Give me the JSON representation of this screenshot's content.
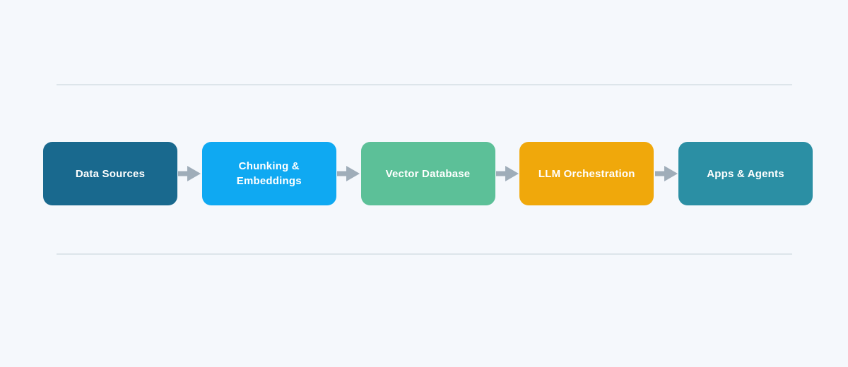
{
  "diagram": {
    "background": "#f5f8fc",
    "divider_color": "#dde5ea",
    "arrow_color": "#9fadb9",
    "node_text_color": "#ffffff",
    "nodes": [
      {
        "label": "Data Sources",
        "color": "#19698e"
      },
      {
        "label": "Chunking & Embeddings",
        "color": "#0fa9f2"
      },
      {
        "label": "Vector Database",
        "color": "#5cc098"
      },
      {
        "label": "LLM Orchestration",
        "color": "#f0a80b"
      },
      {
        "label": "Apps & Agents",
        "color": "#2b8fa4"
      }
    ],
    "arrows": [
      {
        "name": "arrow-1"
      },
      {
        "name": "arrow-2"
      },
      {
        "name": "arrow-3"
      },
      {
        "name": "arrow-4"
      }
    ]
  }
}
